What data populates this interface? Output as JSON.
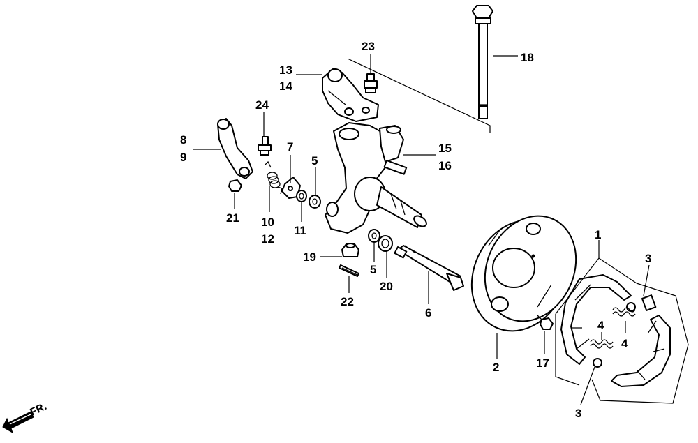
{
  "labels": {
    "l1": "1",
    "l2": "2",
    "l3a": "3",
    "l3b": "3",
    "l4a": "4",
    "l4b": "4",
    "l5a": "5",
    "l5b": "5",
    "l6": "6",
    "l7": "7",
    "l8": "8",
    "l9": "9",
    "l10": "10",
    "l11": "11",
    "l12": "12",
    "l13": "13",
    "l14": "14",
    "l15": "15",
    "l16": "16",
    "l17": "17",
    "l18": "18",
    "l19": "19",
    "l20": "20",
    "l21": "21",
    "l22": "22",
    "l23": "23",
    "l24": "24"
  },
  "direction_label": "FR."
}
